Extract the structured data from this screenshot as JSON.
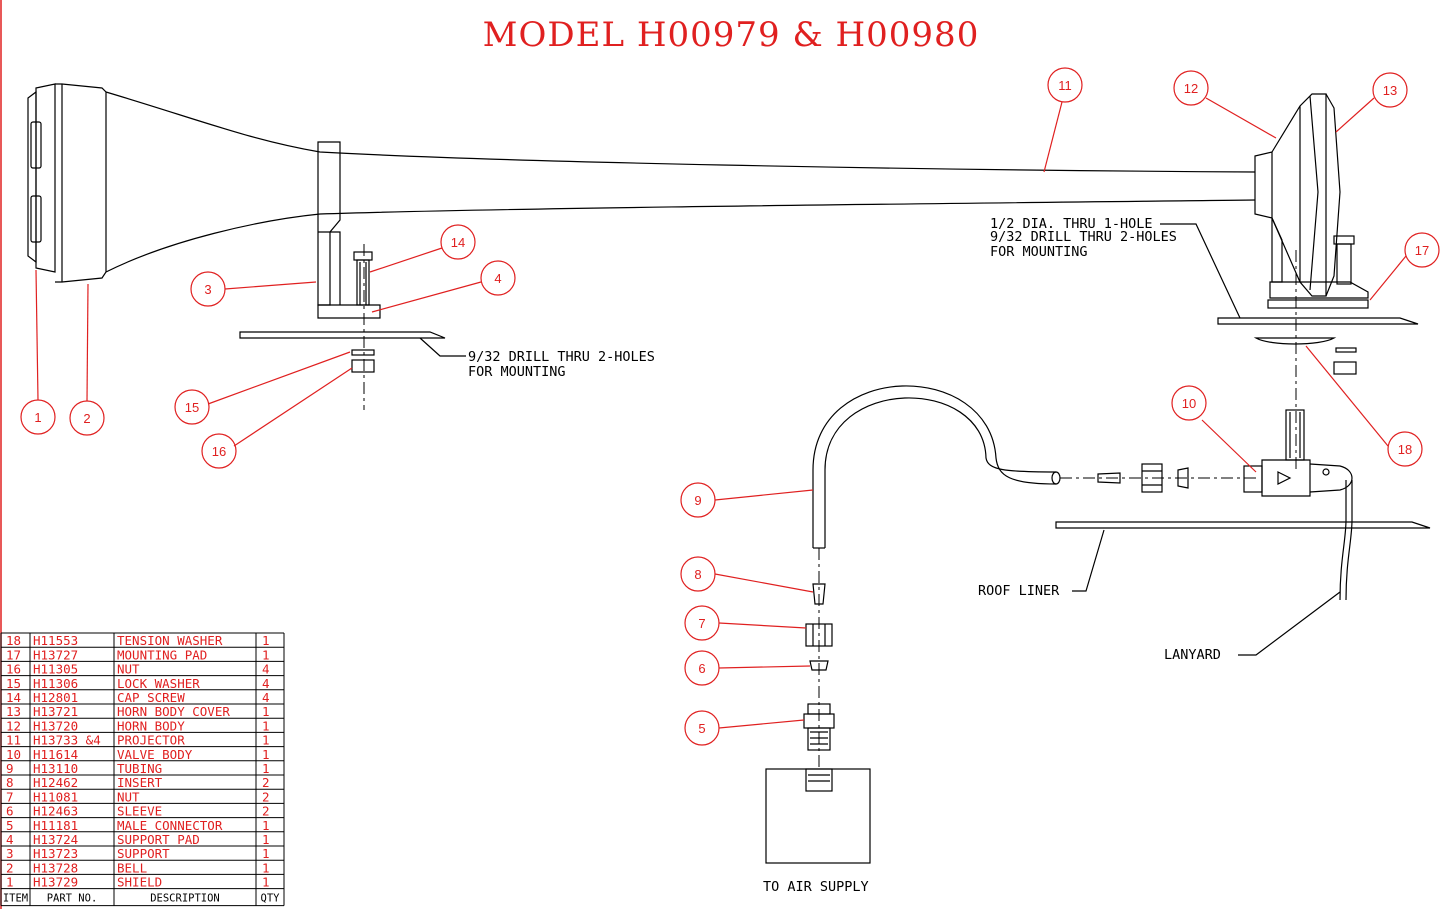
{
  "title": "MODEL H00979 & H00980",
  "notes": {
    "mount_left_1": "9/32 DRILL THRU 2-HOLES",
    "mount_left_2": "FOR MOUNTING",
    "mount_right_1": "1/2 DIA. THRU 1-HOLE",
    "mount_right_2": "9/32 DRILL THRU 2-HOLES",
    "mount_right_3": "FOR MOUNTING",
    "roof_liner": "ROOF LINER",
    "lanyard": "LANYARD",
    "air_supply": "TO AIR SUPPLY"
  },
  "balloons": [
    "1",
    "2",
    "3",
    "4",
    "5",
    "6",
    "7",
    "8",
    "9",
    "10",
    "11",
    "12",
    "13",
    "14",
    "15",
    "16",
    "17",
    "18"
  ],
  "parts_table": {
    "headers": {
      "item": "ITEM",
      "part": "PART NO.",
      "desc": "DESCRIPTION",
      "qty": "QTY"
    },
    "rows": [
      {
        "item": "18",
        "part": "H11553",
        "desc": "TENSION WASHER",
        "qty": "1"
      },
      {
        "item": "17",
        "part": "H13727",
        "desc": "MOUNTING PAD",
        "qty": "1"
      },
      {
        "item": "16",
        "part": "H11305",
        "desc": "NUT",
        "qty": "4"
      },
      {
        "item": "15",
        "part": "H11306",
        "desc": "LOCK WASHER",
        "qty": "4"
      },
      {
        "item": "14",
        "part": "H12801",
        "desc": "CAP SCREW",
        "qty": "4"
      },
      {
        "item": "13",
        "part": "H13721",
        "desc": "HORN BODY COVER",
        "qty": "1"
      },
      {
        "item": "12",
        "part": "H13720",
        "desc": "HORN BODY",
        "qty": "1"
      },
      {
        "item": "11",
        "part": "H13733 &4",
        "desc": "PROJECTOR",
        "qty": "1"
      },
      {
        "item": "10",
        "part": "H11614",
        "desc": "VALVE BODY",
        "qty": "1"
      },
      {
        "item": "9",
        "part": "H13110",
        "desc": "TUBING",
        "qty": "1"
      },
      {
        "item": "8",
        "part": "H12462",
        "desc": "INSERT",
        "qty": "2"
      },
      {
        "item": "7",
        "part": "H11081",
        "desc": "NUT",
        "qty": "2"
      },
      {
        "item": "6",
        "part": "H12463",
        "desc": "SLEEVE",
        "qty": "2"
      },
      {
        "item": "5",
        "part": "H11181",
        "desc": "MALE CONNECTOR",
        "qty": "1"
      },
      {
        "item": "4",
        "part": "H13724",
        "desc": "SUPPORT PAD",
        "qty": "1"
      },
      {
        "item": "3",
        "part": "H13723",
        "desc": "SUPPORT",
        "qty": "1"
      },
      {
        "item": "2",
        "part": "H13728",
        "desc": "BELL",
        "qty": "1"
      },
      {
        "item": "1",
        "part": "H13729",
        "desc": "SHIELD",
        "qty": "1"
      }
    ]
  }
}
